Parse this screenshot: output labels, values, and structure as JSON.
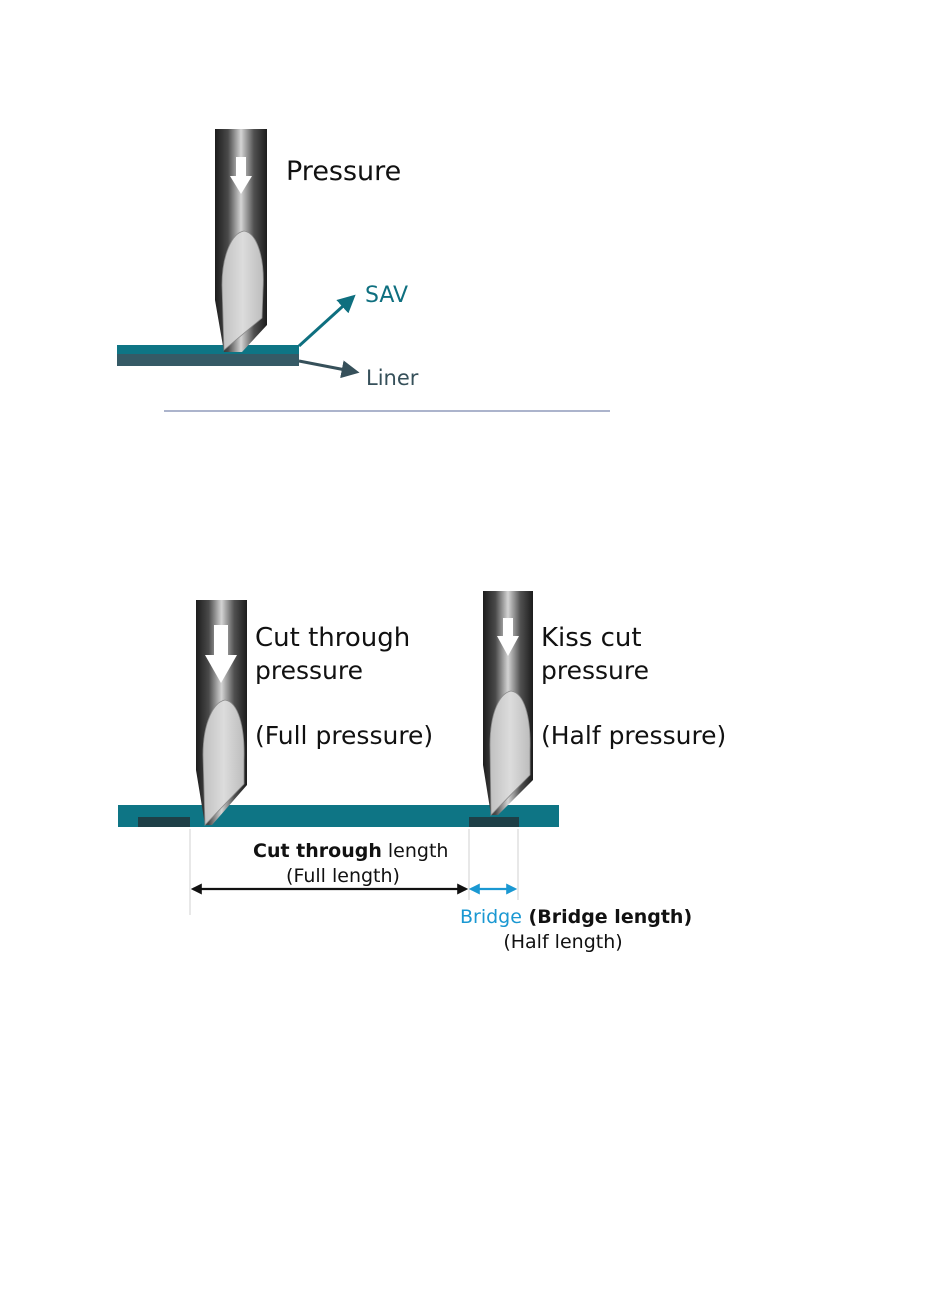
{
  "colors": {
    "material_teal": "#0E7585",
    "liner_dark": "#355A66",
    "sav_label": "#0E6F7F",
    "liner_label": "#36505A",
    "bridge_blue": "#1A98D2",
    "text_dark": "#111111",
    "separator_line": "#5A6A9A"
  },
  "figure1": {
    "pressure_label": "Pressure",
    "sav_label": "SAV",
    "liner_label": "Liner"
  },
  "figure2": {
    "left_blade": {
      "line1": "Cut through",
      "line2": "pressure",
      "line3": "(Full pressure)"
    },
    "right_blade": {
      "line1": "Kiss cut",
      "line2": "pressure",
      "line3": "(Half pressure)"
    },
    "cut_through_length": {
      "bold": "Cut through",
      "rest": " length",
      "sub": "(Full length)"
    },
    "bridge": {
      "blue": "Bridge",
      "bold": " (Bridge length)",
      "sub": "(Half length)"
    }
  }
}
